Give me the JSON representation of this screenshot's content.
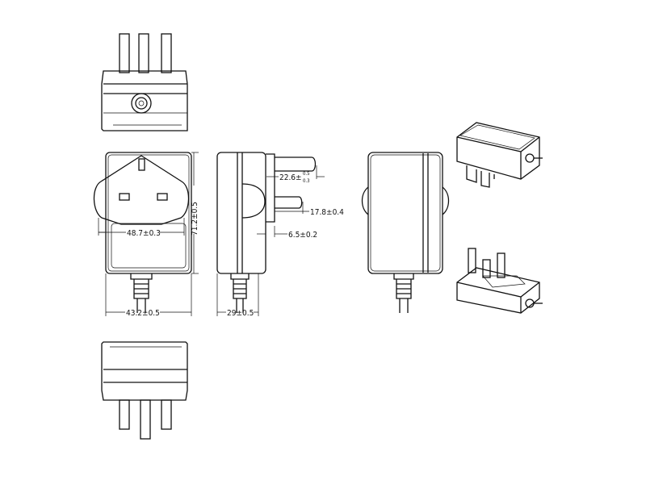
{
  "drawing": {
    "title_views": [
      "top-view",
      "front-view",
      "side-view",
      "back-view",
      "bottom-view",
      "iso-view-1",
      "iso-view-2"
    ],
    "dimensions": {
      "pin_span": "48.7±0.3",
      "height": "71.2±0.5",
      "width": "43.2±0.5",
      "depth": "29±0.5",
      "pin_length_main": "22.6±",
      "pin_length_main_upper_tol": "0.5",
      "pin_length_main_lower_tol": "0.3",
      "pin_length_secondary": "17.8±0.4",
      "pin_offset": "6.5±0.2"
    }
  }
}
